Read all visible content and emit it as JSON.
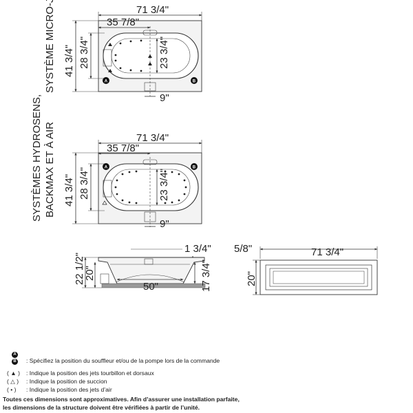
{
  "labels": {
    "micro_jets": "SYSTÈME MICRO-JETS",
    "hydrosens_line1": "SYSTÈMES HYDROSENS,",
    "hydrosens_line2": "BACKMAX ET À AIR"
  },
  "dimensions": {
    "length": "71 3/4\"",
    "half_length": "35 7/8\"",
    "width_outer": "41 3/4\"",
    "width_inner": "28 3/4\"",
    "basin_inner": "23 3/4\"",
    "drain": "9\"",
    "rim": "1 3/4\"",
    "height_total": "22 1/2\"",
    "height_deck": "20\"",
    "bottom_length": "50\"",
    "skirt_height": "17 3/4\"",
    "skirt_offset": "5/8\"",
    "skirt_length": "71 3/4\"",
    "skirt_height2": "20\""
  },
  "badges": {
    "a": "A",
    "b": "B"
  },
  "legend": {
    "ab_text": ": Spécifiez la position du souffleur et/ou de la pompe lors de la commande",
    "items": [
      {
        "symbol": "(  ▲  )",
        "text": ": Indique la position des jets tourbillon et dorsaux"
      },
      {
        "symbol": "(  △  )",
        "text": ": Indique la position de succion"
      },
      {
        "symbol": "(  •  )",
        "text": ": Indique la position des jets d’air"
      }
    ]
  },
  "note": {
    "line1": "Toutes ces dimensions sont approximatives. Afin d’assurer une installation parfaite,",
    "line2": "les dimensions de la structure doivent être vérifiées à partir de l’unité."
  }
}
